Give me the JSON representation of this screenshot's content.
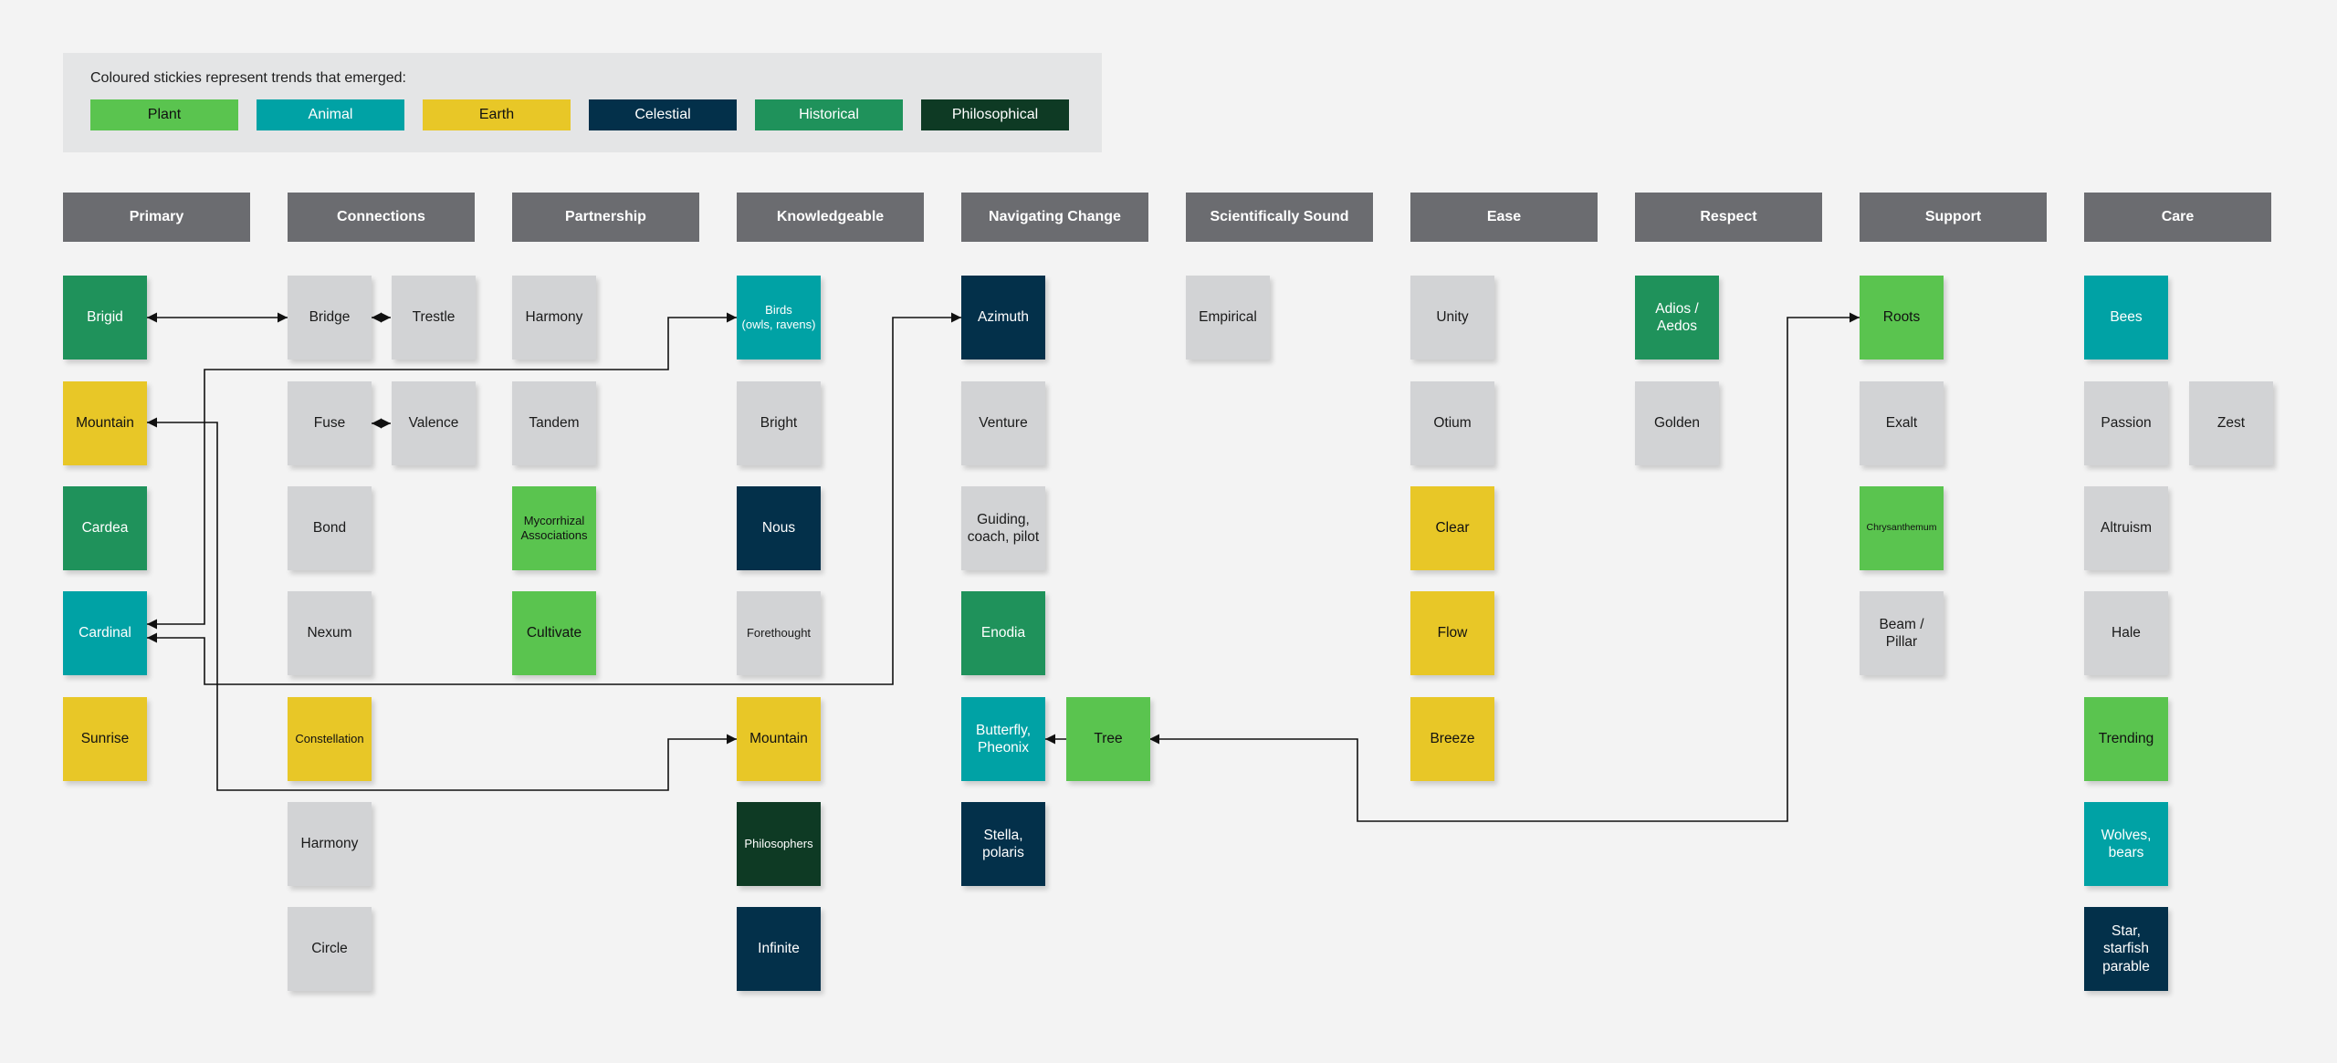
{
  "legend": {
    "title": "Coloured stickies represent trends that emerged:",
    "items": [
      {
        "label": "Plant",
        "color": "#5ac44f"
      },
      {
        "label": "Animal",
        "color": "#00a2a5"
      },
      {
        "label": "Earth",
        "color": "#e8c727"
      },
      {
        "label": "Celestial",
        "color": "#03304a"
      },
      {
        "label": "Historical",
        "color": "#1f925b"
      },
      {
        "label": "Philosophical",
        "color": "#0e3a24"
      }
    ]
  },
  "colors": {
    "board_background": "#f3f3f3",
    "legend_background": "#e4e5e6",
    "header_background": "#6b6c70",
    "neutral_sticky": "#d2d3d5",
    "connector": "#111111"
  },
  "columns": [
    {
      "title": "Primary",
      "stickies": [
        {
          "text": "Brigid",
          "category": "Historical"
        },
        {
          "text": "Mountain",
          "category": "Earth"
        },
        {
          "text": "Cardea",
          "category": "Historical"
        },
        {
          "text": "Cardinal",
          "category": "Animal"
        },
        {
          "text": "Sunrise",
          "category": "Earth"
        }
      ]
    },
    {
      "title": "Connections",
      "stickies": [
        {
          "text": "Bridge",
          "category": "None"
        },
        {
          "text": "Trestle",
          "category": "None"
        },
        {
          "text": "Fuse",
          "category": "None"
        },
        {
          "text": "Valence",
          "category": "None"
        },
        {
          "text": "Bond",
          "category": "None"
        },
        {
          "text": "Nexum",
          "category": "None"
        },
        {
          "text": "Constellation",
          "category": "Earth"
        },
        {
          "text": "Harmony",
          "category": "None"
        },
        {
          "text": "Circle",
          "category": "None"
        }
      ]
    },
    {
      "title": "Partnership",
      "stickies": [
        {
          "text": "Harmony",
          "category": "None"
        },
        {
          "text": "Tandem",
          "category": "None"
        },
        {
          "text": "Mycorrhizal\nAssociations",
          "category": "Plant"
        },
        {
          "text": "Cultivate",
          "category": "Plant"
        }
      ]
    },
    {
      "title": "Knowledgeable",
      "stickies": [
        {
          "text": "Birds\n(owls, ravens)",
          "category": "Animal"
        },
        {
          "text": "Bright",
          "category": "None"
        },
        {
          "text": "Nous",
          "category": "Celestial"
        },
        {
          "text": "Forethought",
          "category": "None"
        },
        {
          "text": "Mountain",
          "category": "Earth"
        },
        {
          "text": "Philosophers",
          "category": "Philosophical"
        },
        {
          "text": "Infinite",
          "category": "Celestial"
        }
      ]
    },
    {
      "title": "Navigating Change",
      "stickies": [
        {
          "text": "Azimuth",
          "category": "Celestial"
        },
        {
          "text": "Venture",
          "category": "None"
        },
        {
          "text": "Guiding,\ncoach, pilot",
          "category": "None"
        },
        {
          "text": "Enodia",
          "category": "Historical"
        },
        {
          "text": "Butterfly,\nPheonix",
          "category": "Animal"
        },
        {
          "text": "Tree",
          "category": "Plant"
        },
        {
          "text": "Stella,\npolaris",
          "category": "Celestial"
        }
      ]
    },
    {
      "title": "Scientifically Sound",
      "stickies": [
        {
          "text": "Empirical",
          "category": "None"
        }
      ]
    },
    {
      "title": "Ease",
      "stickies": [
        {
          "text": "Unity",
          "category": "None"
        },
        {
          "text": "Otium",
          "category": "None"
        },
        {
          "text": "Clear",
          "category": "Earth"
        },
        {
          "text": "Flow",
          "category": "Earth"
        },
        {
          "text": "Breeze",
          "category": "Earth"
        }
      ]
    },
    {
      "title": "Respect",
      "stickies": [
        {
          "text": "Adios /\nAedos",
          "category": "Historical"
        },
        {
          "text": "Golden",
          "category": "None"
        }
      ]
    },
    {
      "title": "Support",
      "stickies": [
        {
          "text": "Roots",
          "category": "Plant"
        },
        {
          "text": "Exalt",
          "category": "None"
        },
        {
          "text": "Chrysanthemum",
          "category": "Plant"
        },
        {
          "text": "Beam /\nPillar",
          "category": "None"
        }
      ]
    },
    {
      "title": "Care",
      "stickies": [
        {
          "text": "Bees",
          "category": "Animal"
        },
        {
          "text": "Passion",
          "category": "None"
        },
        {
          "text": "Zest",
          "category": "None"
        },
        {
          "text": "Altruism",
          "category": "None"
        },
        {
          "text": "Hale",
          "category": "None"
        },
        {
          "text": "Trending",
          "category": "Plant"
        },
        {
          "text": "Wolves,\nbears",
          "category": "Animal"
        },
        {
          "text": "Star,\nstarfish\nparable",
          "category": "Celestial"
        }
      ]
    }
  ],
  "connections": [
    {
      "from": "Brigid",
      "to": "Bridge",
      "arrows": "both"
    },
    {
      "from": "Bridge",
      "to": "Trestle",
      "arrows": "both"
    },
    {
      "from": "Fuse",
      "to": "Valence",
      "arrows": "both"
    },
    {
      "from": "Cardinal",
      "to": "Birds (owls, ravens)",
      "arrows": "both"
    },
    {
      "from": "Cardinal",
      "to": "Azimuth",
      "arrows": "both"
    },
    {
      "from": "Mountain (Primary)",
      "to": "Mountain (Knowledgeable)",
      "arrows": "both"
    },
    {
      "from": "Tree",
      "to": "Butterfly, Pheonix",
      "arrows": "end"
    },
    {
      "from": "Tree",
      "to": "Roots",
      "arrows": "both"
    }
  ]
}
